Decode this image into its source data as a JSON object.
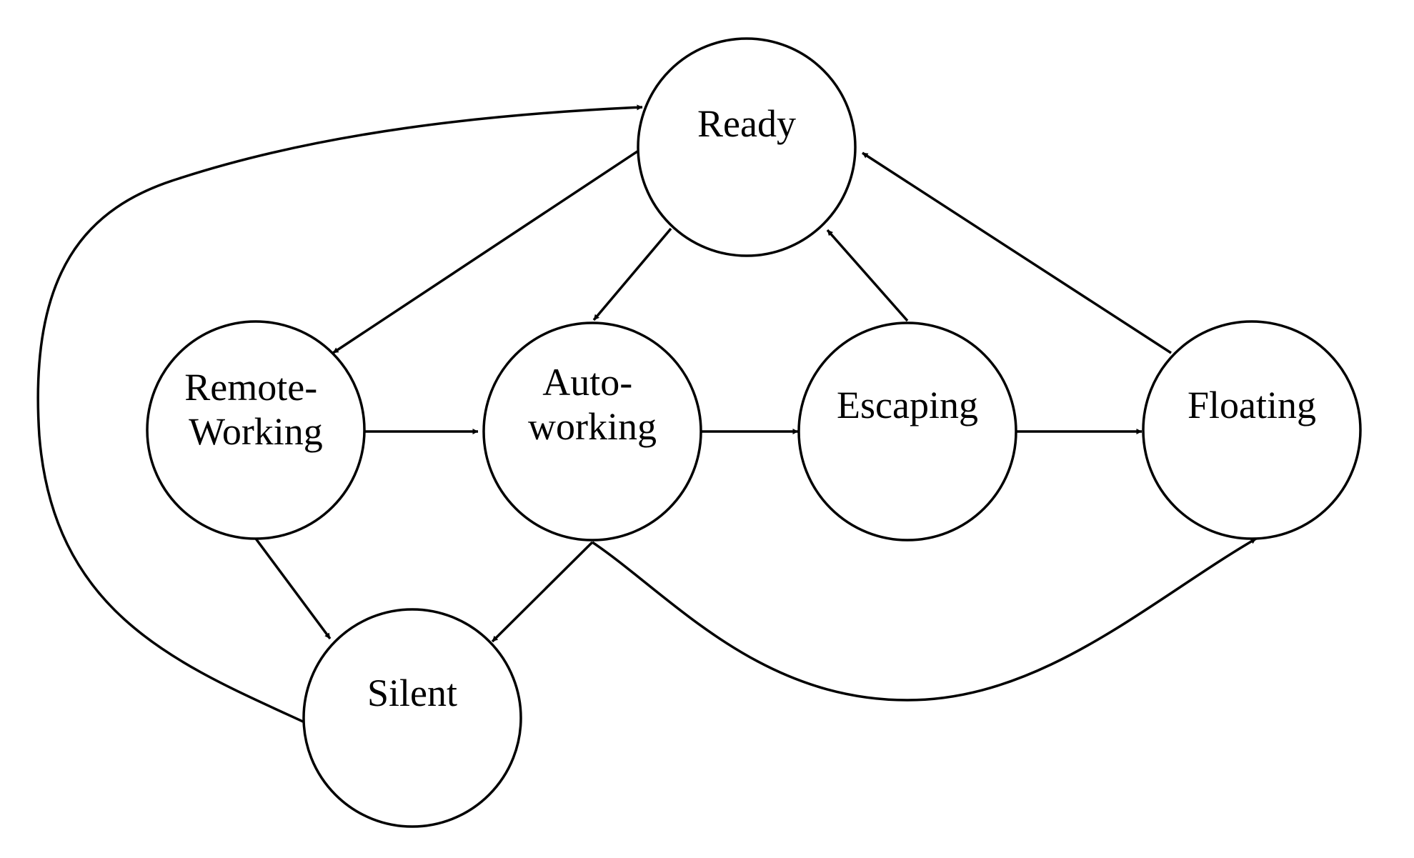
{
  "diagram": {
    "type": "state-transition",
    "colors": {
      "stroke": "#000000",
      "fill": "#ffffff",
      "text": "#000000"
    },
    "states": [
      {
        "id": "ready",
        "lines": [
          "Ready"
        ]
      },
      {
        "id": "remote-working",
        "lines": [
          "Remote-",
          "Working"
        ]
      },
      {
        "id": "auto-working",
        "lines": [
          "Auto-",
          "working"
        ]
      },
      {
        "id": "escaping",
        "lines": [
          "Escaping"
        ]
      },
      {
        "id": "floating",
        "lines": [
          "Floating"
        ]
      },
      {
        "id": "silent",
        "lines": [
          "Silent"
        ]
      }
    ],
    "transitions": [
      {
        "from": "ready",
        "to": "remote-working"
      },
      {
        "from": "ready",
        "to": "auto-working"
      },
      {
        "from": "remote-working",
        "to": "auto-working"
      },
      {
        "from": "remote-working",
        "to": "silent"
      },
      {
        "from": "auto-working",
        "to": "escaping"
      },
      {
        "from": "auto-working",
        "to": "silent"
      },
      {
        "from": "auto-working",
        "to": "floating"
      },
      {
        "from": "escaping",
        "to": "floating"
      },
      {
        "from": "escaping",
        "to": "ready"
      },
      {
        "from": "floating",
        "to": "ready"
      },
      {
        "from": "silent",
        "to": "ready"
      }
    ]
  }
}
